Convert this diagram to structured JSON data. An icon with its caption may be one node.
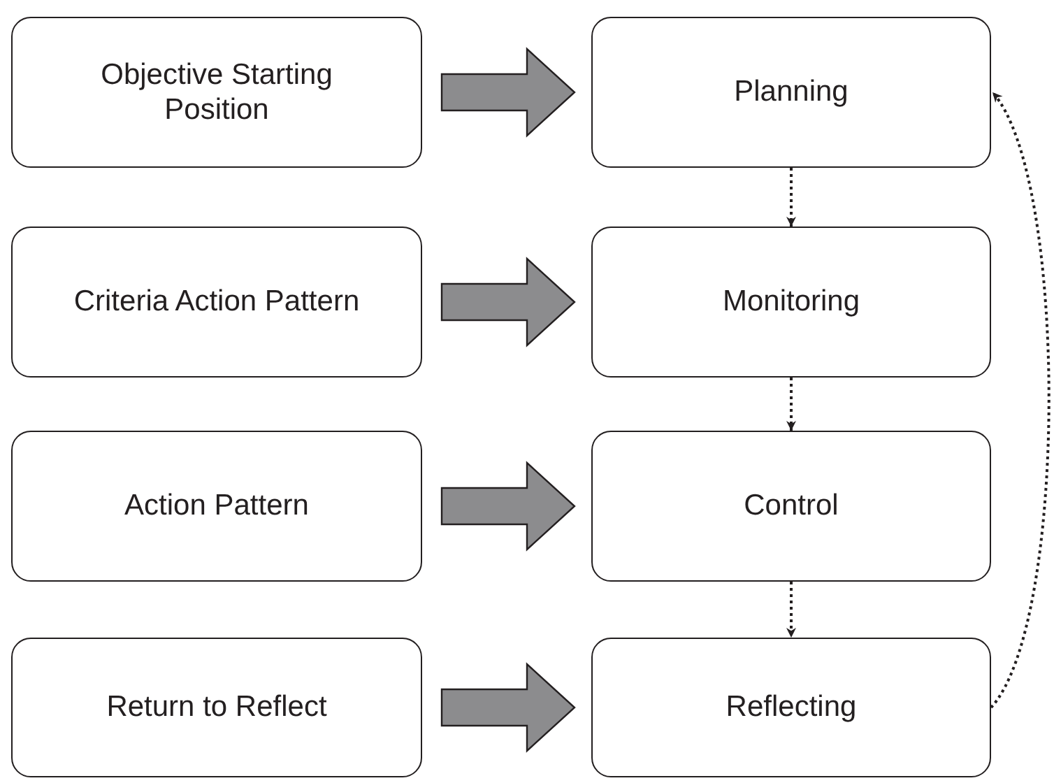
{
  "diagram": {
    "nodes": [
      {
        "text": [
          "Objective Starting Position"
        ]
      },
      {
        "text": [
          "Planning"
        ]
      },
      {
        "text": [
          "Criteria Action Pattern"
        ]
      },
      {
        "text": [
          "Monitoring"
        ]
      },
      {
        "text": [
          "Action Pattern"
        ]
      },
      {
        "text": [
          "Control"
        ]
      },
      {
        "text": [
          "Return to Reflect"
        ]
      },
      {
        "text": [
          "Reflecting"
        ]
      }
    ],
    "edges": [
      {
        "from": 0,
        "to": 1,
        "arrow": "to",
        "style": "thick",
        "color": "#8c8c8e"
      },
      {
        "from": 1,
        "to": 3,
        "arrow": "to",
        "style": "dashed"
      },
      {
        "from": 2,
        "to": 3,
        "arrow": "to",
        "style": "thick",
        "color": "#8c8c8e"
      },
      {
        "from": 3,
        "to": 5,
        "arrow": "to",
        "style": "dashed"
      },
      {
        "from": 4,
        "to": 5,
        "arrow": "to",
        "style": "thick",
        "color": "#8c8c8e"
      },
      {
        "from": 5,
        "to": 7,
        "arrow": "to",
        "style": "dashed"
      },
      {
        "from": 6,
        "to": 7,
        "arrow": "to",
        "style": "thick",
        "color": "#8c8c8e"
      },
      {
        "from": 7,
        "to": 1,
        "arrow": "to",
        "style": "dashed"
      }
    ]
  }
}
